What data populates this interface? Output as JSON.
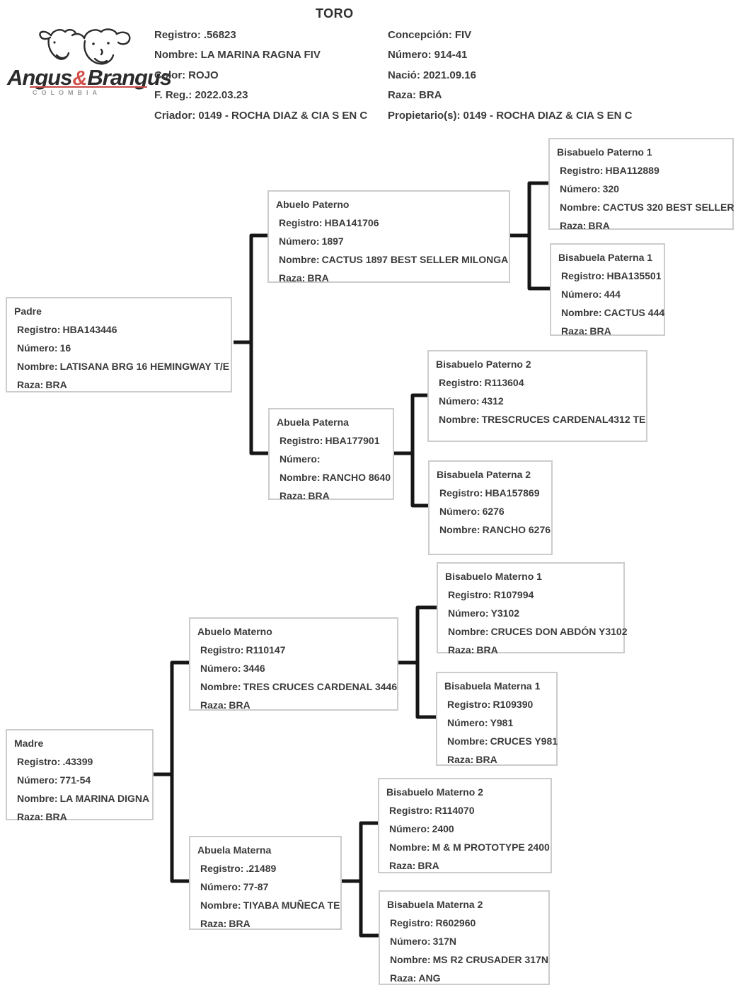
{
  "page": {
    "title": "TORO"
  },
  "logo": {
    "brand_left": "Angus",
    "brand_amp": "&",
    "brand_right": "Brangus",
    "subtitle": "COLOMBIA"
  },
  "labels": {
    "registro": "Registro:",
    "numero": "Número:",
    "nombre": "Nombre:",
    "raza": "Raza:"
  },
  "header": {
    "left": [
      {
        "label": "Registro:",
        "value": ".56823"
      },
      {
        "label": "Nombre:",
        "value": "LA MARINA RAGNA FIV"
      },
      {
        "label": "Color:",
        "value": "ROJO"
      },
      {
        "label": "F. Reg.:",
        "value": "2022.03.23"
      },
      {
        "label": "Criador:",
        "value": "0149 - ROCHA DIAZ & CIA S EN C"
      }
    ],
    "right": [
      {
        "label": "Concepción:",
        "value": "FIV"
      },
      {
        "label": "Número:",
        "value": "914-41"
      },
      {
        "label": "Nació:",
        "value": "2021.09.16"
      },
      {
        "label": "Raza:",
        "value": "BRA"
      },
      {
        "label": "Propietario(s):",
        "value": "0149 - ROCHA DIAZ & CIA S EN C"
      }
    ]
  },
  "pedigree": {
    "padre": {
      "title": "Padre",
      "registro": "HBA143446",
      "numero": "16",
      "nombre": "LATISANA BRG 16 HEMINGWAY T/E",
      "raza": "BRA"
    },
    "abuelo_paterno": {
      "title": "Abuelo Paterno",
      "registro": "HBA141706",
      "numero": "1897",
      "nombre": "CACTUS 1897 BEST SELLER MILONGA",
      "raza": "BRA"
    },
    "bisabuelo_paterno_1": {
      "title": "Bisabuelo Paterno 1",
      "registro": "HBA112889",
      "numero": "320",
      "nombre": "CACTUS 320 BEST SELLER",
      "raza": "BRA"
    },
    "bisabuela_paterna_1": {
      "title": "Bisabuela Paterna 1",
      "registro": "HBA135501",
      "numero": "444",
      "nombre": "CACTUS 444",
      "raza": "BRA"
    },
    "abuela_paterna": {
      "title": "Abuela Paterna",
      "registro": "HBA177901",
      "numero": "",
      "nombre": "RANCHO 8640",
      "raza": "BRA"
    },
    "bisabuelo_paterno_2": {
      "title": "Bisabuelo Paterno 2",
      "registro": "R113604",
      "numero": "4312",
      "nombre": "TRESCRUCES CARDENAL4312 TE"
    },
    "bisabuela_paterna_2": {
      "title": "Bisabuela Paterna 2",
      "registro": "HBA157869",
      "numero": "6276",
      "nombre": "RANCHO 6276"
    },
    "madre": {
      "title": "Madre",
      "registro": ".43399",
      "numero": "771-54",
      "nombre": "LA MARINA DIGNA",
      "raza": "BRA"
    },
    "abuelo_materno": {
      "title": "Abuelo Materno",
      "registro": "R110147",
      "numero": "3446",
      "nombre": "TRES CRUCES CARDENAL 3446",
      "raza": "BRA"
    },
    "bisabuelo_materno_1": {
      "title": "Bisabuelo Materno 1",
      "registro": "R107994",
      "numero": "Y3102",
      "nombre": "CRUCES DON ABDÓN Y3102",
      "raza": "BRA"
    },
    "bisabuela_materna_1": {
      "title": "Bisabuela Materna 1",
      "registro": "R109390",
      "numero": "Y981",
      "nombre": "CRUCES Y981",
      "raza": "BRA"
    },
    "abuela_materna": {
      "title": "Abuela Materna",
      "registro": ".21489",
      "numero": "77-87",
      "nombre": "TIYABA MUÑECA TE",
      "raza": "BRA"
    },
    "bisabuelo_materno_2": {
      "title": "Bisabuelo Materno 2",
      "registro": "R114070",
      "numero": "2400",
      "nombre": "M & M PROTOTYPE 2400",
      "raza": "BRA"
    },
    "bisabuela_materna_2": {
      "title": "Bisabuela Materna 2",
      "registro": "R602960",
      "numero": "317N",
      "nombre": "MS R2 CRUSADER 317N",
      "raza": "ANG"
    }
  },
  "colors": {
    "text": "#3b3b3b",
    "box_border": "#cccccc",
    "connector_line": "#161616",
    "brand_red": "#c94a46",
    "brand_dark": "#2b2b2b",
    "colombia_gray": "#9a9a9a"
  }
}
